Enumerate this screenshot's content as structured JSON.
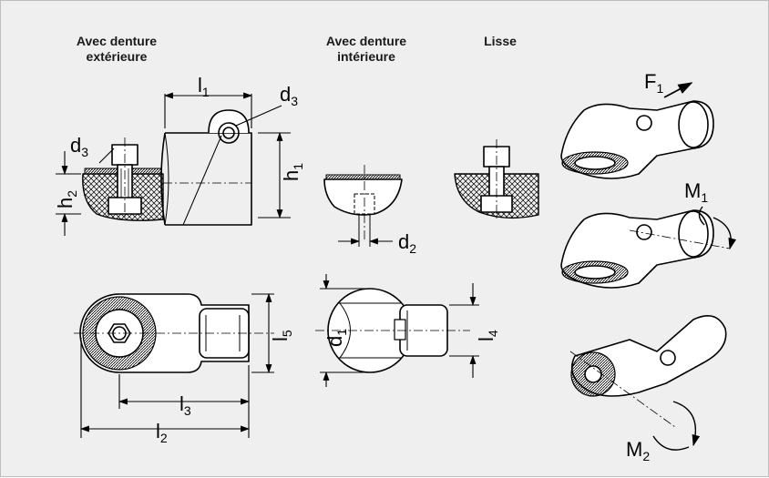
{
  "headers": {
    "exterior_line1": "Avec denture",
    "exterior_line2": "extérieure",
    "interior_line1": "Avec denture",
    "interior_line2": "intérieure",
    "smooth": "Lisse"
  },
  "dimensions": {
    "l1": {
      "base": "l",
      "sub": "1"
    },
    "l2": {
      "base": "l",
      "sub": "2"
    },
    "l3": {
      "base": "l",
      "sub": "3"
    },
    "l4": {
      "base": "l",
      "sub": "4"
    },
    "l5": {
      "base": "l",
      "sub": "5"
    },
    "d1": {
      "base": "d",
      "sub": "1"
    },
    "d2": {
      "base": "d",
      "sub": "2"
    },
    "d3": {
      "base": "d",
      "sub": "3"
    },
    "h1": {
      "base": "h",
      "sub": "1"
    },
    "h2": {
      "base": "h",
      "sub": "2"
    }
  },
  "loads": {
    "F1": {
      "base": "F",
      "sub": "1"
    },
    "M1": {
      "base": "M",
      "sub": "1"
    },
    "M2": {
      "base": "M",
      "sub": "2"
    }
  },
  "colors": {
    "background": "#efefef",
    "line": "#000000",
    "fill_light": "#e4e4e4"
  }
}
